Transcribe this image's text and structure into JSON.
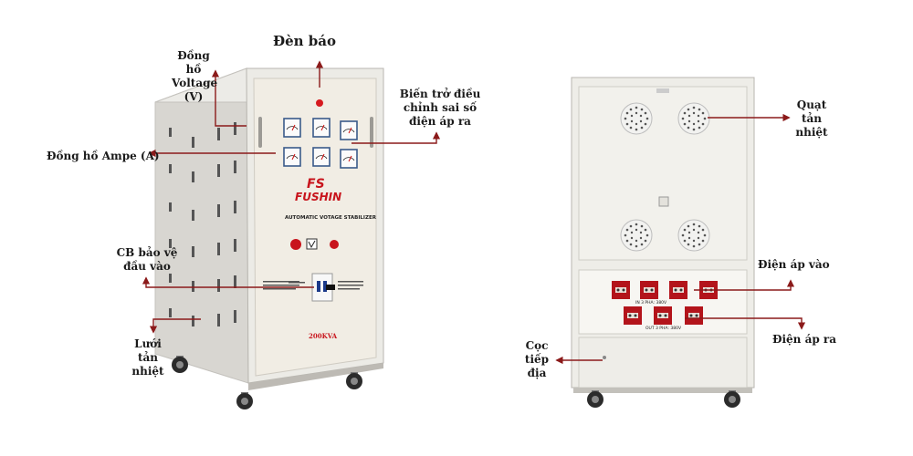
{
  "front_unit": {
    "brand": "FUSHIN",
    "logo_mark": "FS",
    "model_text": "AUTOMATIC VOTAGE STABILIZER",
    "rating": "200KVA",
    "meter_icon": "analog-meter-icon",
    "cert_icons": [
      "certification-seal-icon",
      "iso-badge-icon",
      "quality-seal-icon"
    ],
    "breaker_icon": "circuit-breaker-icon"
  },
  "back_unit": {
    "panel_labels": {
      "input": "IN 3 PHA: 380V",
      "output": "OUT 3 PHA: 380V"
    },
    "fan_icon": "fan-grille-icon",
    "terminal_icon": "terminal-block-icon"
  },
  "callouts": {
    "warning_light": "Đèn báo",
    "voltage_meter": [
      "Đồng",
      "hồ",
      "Voltage",
      "(V)"
    ],
    "adjust_resistor": [
      "Biến trở điều",
      "chỉnh sai số",
      "điện áp ra"
    ],
    "ampere_meter": "Đồng hồ Ampe (A)",
    "input_breaker": [
      "CB bảo vệ",
      "đầu vào"
    ],
    "heat_vent": [
      "Lưới",
      "tản",
      "nhiệt"
    ],
    "cooling_fan": [
      "Quạt",
      "tản",
      "nhiệt"
    ],
    "input_voltage": "Điện áp vào",
    "output_voltage": "Điện áp ra",
    "ground_terminal": [
      "Cọc",
      "tiếp",
      "địa"
    ]
  },
  "colors": {
    "arrow": "#8b1a1a",
    "cabinet": "#e9e7e2",
    "cabinet_side": "#d8d6d1",
    "terminal": "#b3141b",
    "brand_red": "#c8141c"
  }
}
